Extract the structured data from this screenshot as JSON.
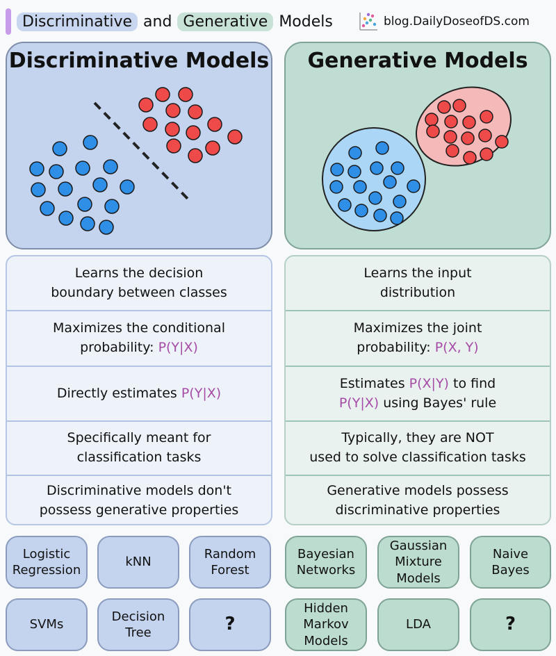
{
  "header": {
    "title_part1": "Discriminative",
    "title_and": "and",
    "title_part2": "Generative",
    "title_part3": "Models",
    "blog": "blog.DailyDoseofDS.com"
  },
  "discriminative": {
    "title": "Discriminative Models",
    "rows": [
      {
        "pre": "Learns the decision",
        "pre2": "boundary between classes"
      },
      {
        "pre": "Maximizes the conditional",
        "pre2": "probability: ",
        "hl": "P(Y|X)"
      },
      {
        "pre": "Directly estimates ",
        "hl": "P(Y|X)"
      },
      {
        "pre": "Specifically meant for",
        "pre2": "classification tasks"
      },
      {
        "pre": "Discriminative models don't",
        "pre2": "possess generative properties"
      }
    ],
    "models": [
      "Logistic Regression",
      "kNN",
      "Random Forest",
      "SVMs",
      "Decision Tree",
      "?"
    ]
  },
  "generative": {
    "title": "Generative Models",
    "rows": [
      {
        "pre": "Learns the input",
        "pre2": "distribution"
      },
      {
        "pre": "Maximizes the joint",
        "pre2": "probability: ",
        "hl": "P(X, Y)"
      },
      {
        "pre": "Estimates ",
        "hl": "P(X|Y)",
        "mid": " to find",
        "hl2": "P(Y|X)",
        "post": " using Bayes' rule"
      },
      {
        "pre": "Typically, they are NOT",
        "pre2": "used to solve classification tasks"
      },
      {
        "pre": "Generative models possess",
        "pre2": "discriminative properties"
      }
    ],
    "models": [
      "Bayesian Networks",
      "Gaussian Mixture Models",
      "Naive Bayes",
      "Hidden Markov Models",
      "LDA",
      "?"
    ]
  },
  "colors": {
    "blue_point": "#2f8fe6",
    "red_point": "#ee4a4a",
    "highlight": "#a54ca6"
  }
}
